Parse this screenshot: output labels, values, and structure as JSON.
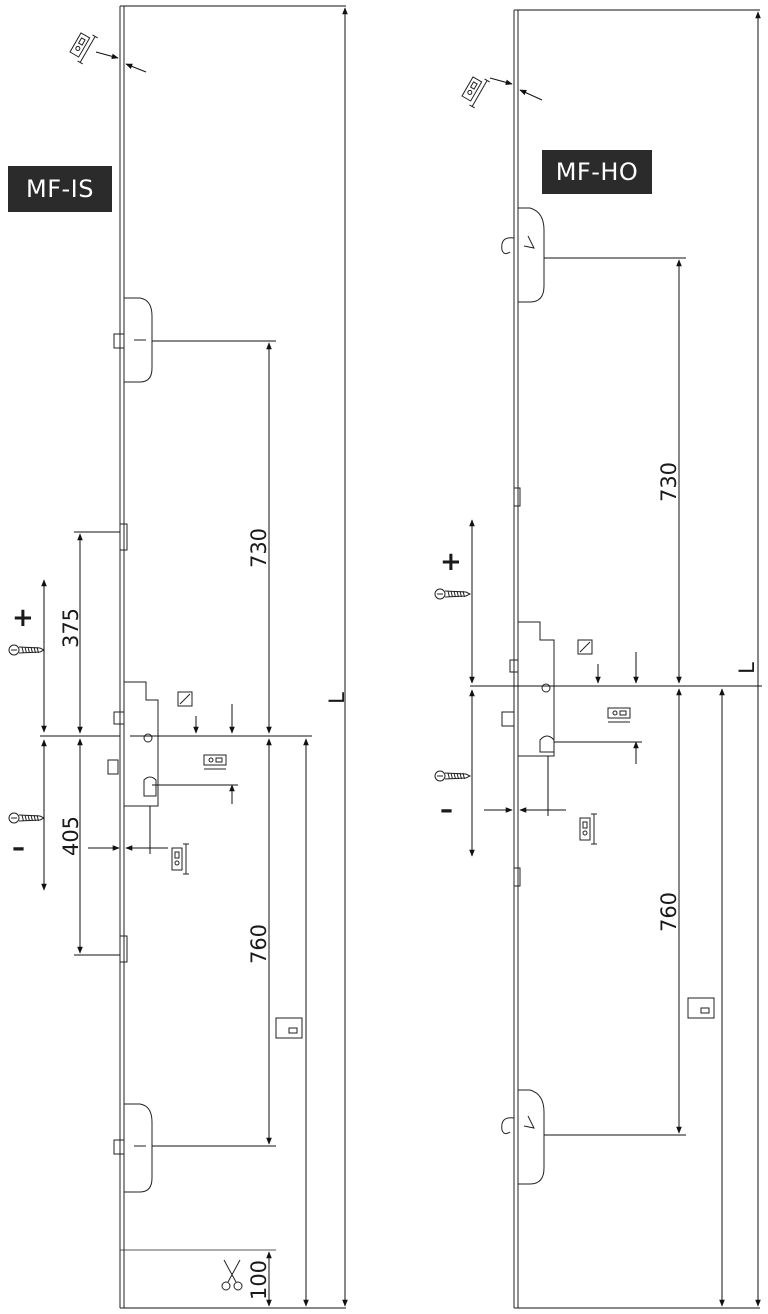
{
  "variants": [
    {
      "label": "MF-IS",
      "dimensions": {
        "top_to_centre": "730",
        "centre_to_bottom": "760",
        "upper_adjust": "375",
        "lower_adjust": "405",
        "cut_length": "100",
        "overall": "L"
      },
      "adjust_plus": "+",
      "adjust_minus": "–"
    },
    {
      "label": "MF-HO",
      "dimensions": {
        "top_to_centre": "730",
        "centre_to_bottom": "760",
        "overall": "L"
      },
      "adjust_plus": "+",
      "adjust_minus": "–"
    }
  ],
  "icons": [
    "screw-icon",
    "scissors-icon",
    "square-spindle-icon",
    "keeper-icon",
    "faceplate-profile-icon"
  ]
}
